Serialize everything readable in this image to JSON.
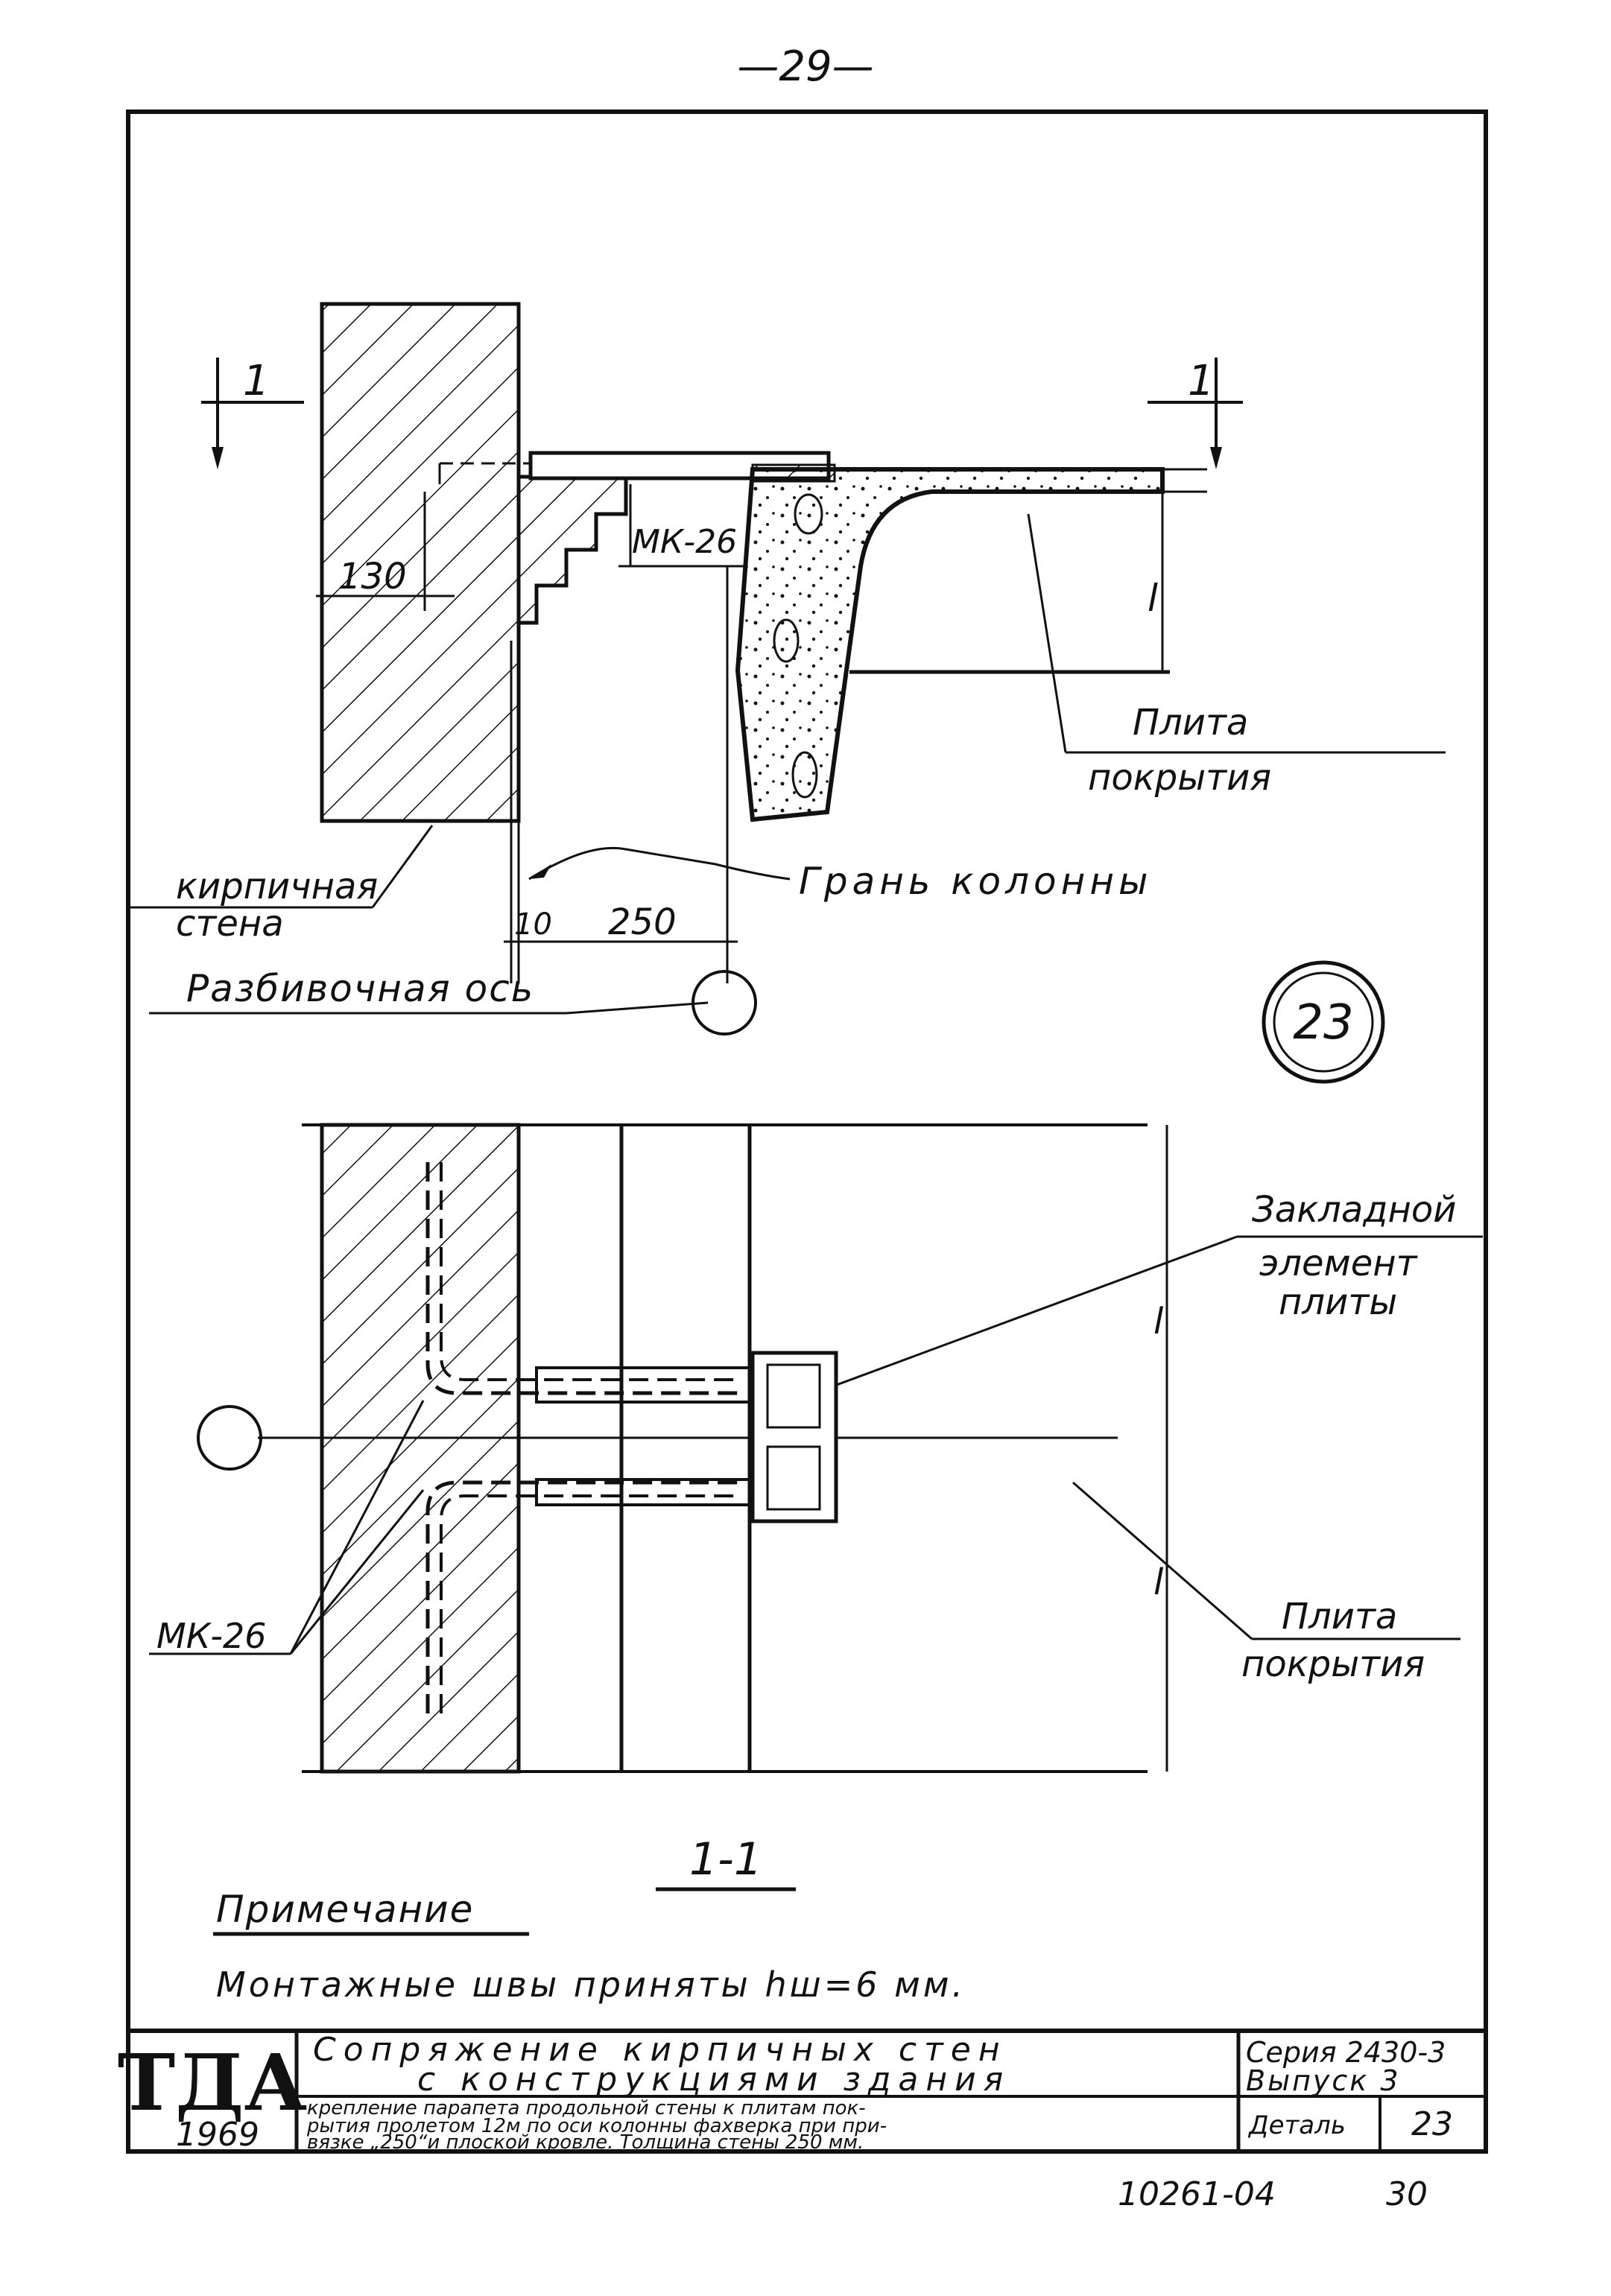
{
  "page_number": "—29—",
  "upper_view": {
    "section_mark_left": "1",
    "section_mark_right": "1",
    "dim_130": "130",
    "label_mk26": "МК-26",
    "label_l": "l",
    "label_plita": "Плита",
    "label_pokrytiya": "покрытия",
    "label_brick_1": "кирпичная",
    "label_brick_2": "стена",
    "label_gran": "Грань колонны",
    "dim_10": "10",
    "dim_250": "250",
    "label_axis": "Разбивочная ось"
  },
  "detail_number": "23",
  "lower_view": {
    "label_zaklad_1": "Закладной",
    "label_zaklad_2": "элемент",
    "label_zaklad_3": "плиты",
    "label_mk26": "МК-26",
    "label_plita": "Плита",
    "label_pokrytiya": "покрытия",
    "label_l1": "l",
    "label_l2": "l"
  },
  "section_label": "1-1",
  "note": {
    "title": "Примечание",
    "text": "Монтажные швы приняты hш=6 мм."
  },
  "title_block": {
    "org": "ТДА",
    "year": "1969",
    "title_line1": "Сопряжение кирпичных стен",
    "title_line2": "с конструкциями здания",
    "desc_line1": "крепление парапета продольной стены к плитам пок-",
    "desc_line2": "рытия пролетом 12м по оси колонны фахверка при при-",
    "desc_line3": "вязке „250“и плоской кровле. Толщина стены 250 мм.",
    "series_label": "Серия 2430-3",
    "issue_label": "Выпуск 3",
    "detail_label": "Деталь",
    "detail_value": "23"
  },
  "footer": {
    "doc_number": "10261-04",
    "sheet_number": "30"
  }
}
